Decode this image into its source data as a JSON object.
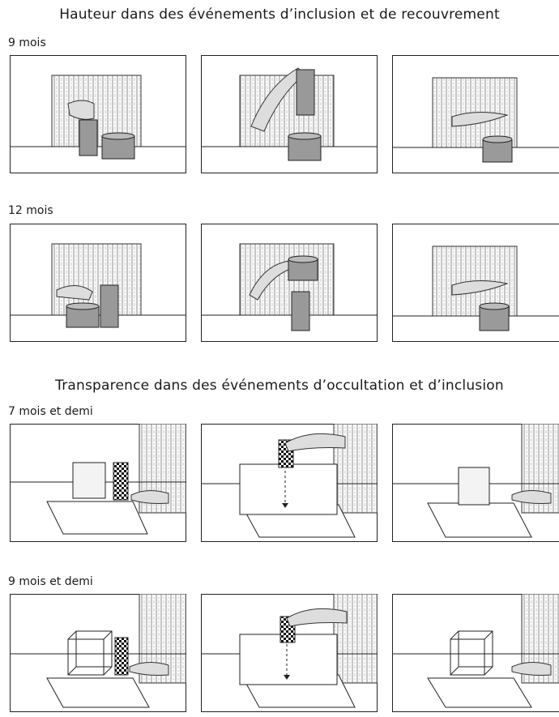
{
  "sections": [
    {
      "title": "Hauteur dans des événements d’inclusion et de recouvrement",
      "rows": [
        {
          "age": "9 mois"
        },
        {
          "age": "12 mois"
        }
      ]
    },
    {
      "title": "Transparence dans des événements d’occultation et d’inclusion",
      "rows": [
        {
          "age": "7 mois et demi"
        },
        {
          "age": "9 mois et demi"
        }
      ]
    }
  ]
}
